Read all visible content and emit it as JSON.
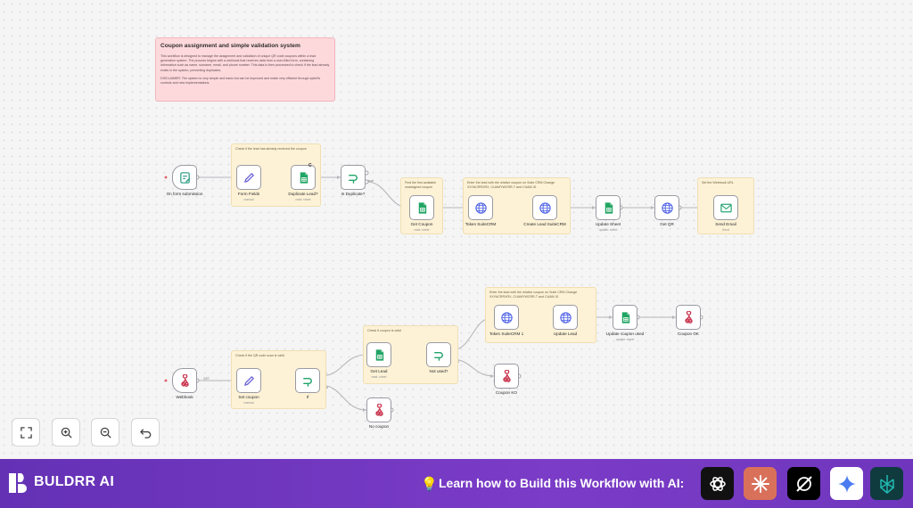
{
  "notes": {
    "description": {
      "title": "Coupon assignment and simple validation system",
      "body": "This workflow is designed to manage the assignment and validation of unique QR code coupons within a lead generation system. The process begins with a webhook that receives data from a user-filled form, containing information such as name, surname, email, and phone number. This data is then processed to check if the lead already exists in the system, preventing duplicates.",
      "disclaimer": "DISCLAIMER: The system is very simple and basic but can be improved and made very efficient through sybell's controls and new implementations."
    },
    "check_lead": "Check if the lead has already received the coupon",
    "find_coupon": "Find the first available unassigned coupon",
    "enter_lead_top": "Enter the lead with the relative coupon on Suite CRM Change XXYACRRXRX, CUAMYWCRR-T and CUAM-\\D",
    "set_webhook": "Set the Webhook URL",
    "check_qr": "Check if the QR code scan is valid",
    "check_coupon": "Check if coupon is valid",
    "enter_lead_bottom": "Enter the lead with the relative coupon on Suite CRM Change XXYACRRXRX, CUAMYWCRR-T and CUAM-\\D"
  },
  "nodes": {
    "form_trigger": {
      "label": "On form submission"
    },
    "form_fields": {
      "label": "Form Fields",
      "sub": "manual"
    },
    "duplicate_lead": {
      "label": "Duplicate Lead?",
      "sub": "read: sheet",
      "badge": "C"
    },
    "is_duplicate": {
      "label": "Is Duplicate?"
    },
    "get_coupon": {
      "label": "Get Coupon",
      "sub": "read: sheet"
    },
    "token_suitecrm": {
      "label": "Token SuiteCRM"
    },
    "create_lead": {
      "label": "Create Lead SuiteCRM"
    },
    "update_sheet": {
      "label": "Update Sheet",
      "sub": "update: sheet"
    },
    "get_qr": {
      "label": "Get QR"
    },
    "send_email": {
      "label": "Send Email",
      "sub": "Send"
    },
    "webhook": {
      "label": "Webhook"
    },
    "set_coupon": {
      "label": "Set coupon",
      "sub": "manual"
    },
    "if_node": {
      "label": "If"
    },
    "get_lead": {
      "label": "Get Lead",
      "sub": "read: sheet"
    },
    "not_used": {
      "label": "Not used?"
    },
    "token_suitecrm_1": {
      "label": "Token SuiteCRM 1"
    },
    "update_lead": {
      "label": "Update Lead"
    },
    "update_coupon_used": {
      "label": "Update coupon used",
      "sub": "update: sheet"
    },
    "coupon_ok": {
      "label": "Coupon OK"
    },
    "coupon_ko": {
      "label": "Coupon KO"
    },
    "no_coupon": {
      "label": "No coupon"
    }
  },
  "edge_labels": {
    "true": "true",
    "false": "false",
    "get": "GET"
  },
  "controls": {
    "fit": "fit-view-icon",
    "zoom_in": "zoom-in-icon",
    "zoom_out": "zoom-out-icon",
    "undo": "undo-icon"
  },
  "footer": {
    "brand": "BULDRR AI",
    "cta": "Learn how to Build this Workflow with AI:",
    "cta_icon": "💡",
    "ai_buttons": [
      "openai-icon",
      "claude-icon",
      "grok-icon",
      "gemini-icon",
      "perplexity-icon"
    ]
  },
  "colors": {
    "accent_purple": "#6d35bf",
    "sheets_green": "#1fa463",
    "globe_blue": "#4f62e8",
    "router_green": "#19a35a"
  }
}
